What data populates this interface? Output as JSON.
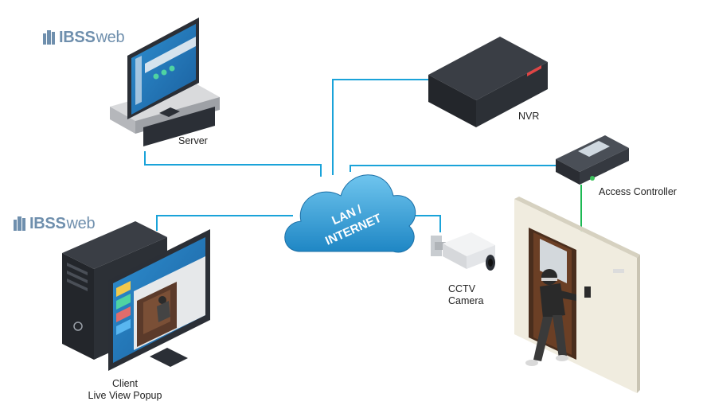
{
  "brand": {
    "bold": "IBSS",
    "light": "web",
    "color": "#6f8fad"
  },
  "nodes": {
    "server": "Server",
    "nvr": "NVR",
    "access_controller": "Access Controller",
    "client_line1": "Client",
    "client_line2": "Live View Popup",
    "cctv_line1": "CCTV",
    "cctv_line2": "Camera"
  },
  "cloud": {
    "line1": "LAN /",
    "line2": "INTERNET"
  },
  "colors": {
    "network_line": "#1aa3d9",
    "access_line": "#1db954",
    "cloud_fill": "#38a6de",
    "device_dark": "#2b2f36"
  }
}
